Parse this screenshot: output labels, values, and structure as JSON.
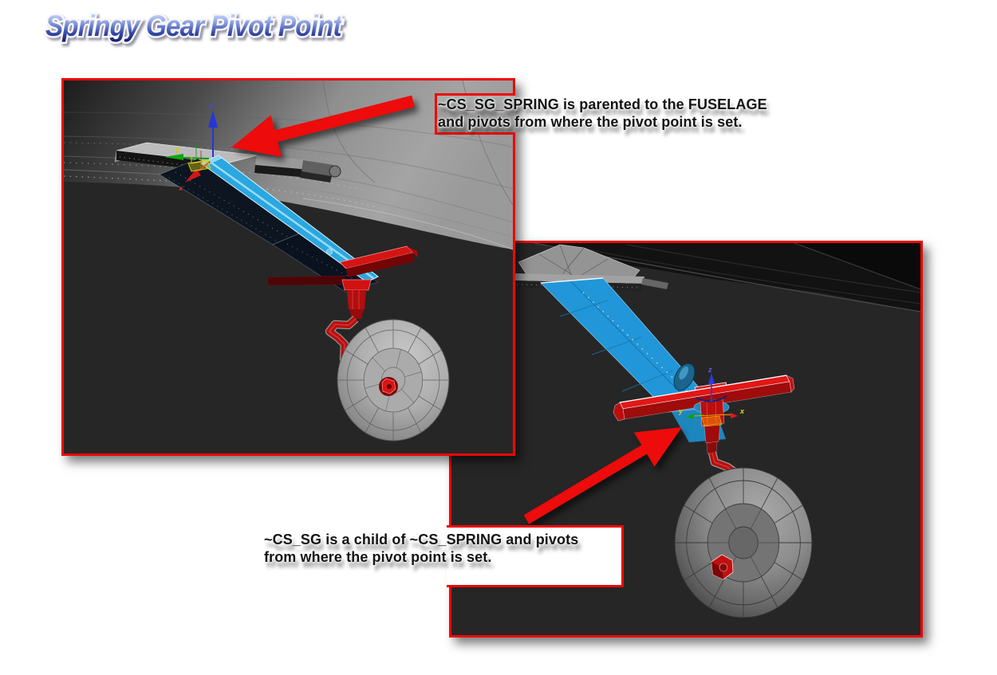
{
  "title": {
    "text": "Springy Gear Pivot Point"
  },
  "callouts": {
    "spring_parent": {
      "line1": "~CS_SG_SPRING is parented to the FUSELAGE",
      "line2": "and pivots from where the pivot point is set."
    },
    "sg_child": {
      "line1": "~CS_SG is a child of ~CS_SPRING and pivots",
      "line2": "from where the pivot point is set."
    }
  },
  "gizmo_labels": {
    "x": "x",
    "y": "y",
    "z": "z"
  },
  "colors": {
    "page_bg": "#ffffff",
    "panel_border_red": "#ee0707",
    "viewport_bg": "#262626",
    "spring_blue": "#2aa7e0",
    "gear_red": "#cc1111",
    "callout_arrow_red": "#ed0b0b",
    "axis_x_red": "#d01818",
    "axis_y_green": "#12a412",
    "axis_z_blue": "#2436d6",
    "gizmo_plane_yellow": "#d8cc10",
    "title_gradient_top": "#dbe4fa",
    "title_gradient_bottom": "#16246e"
  }
}
